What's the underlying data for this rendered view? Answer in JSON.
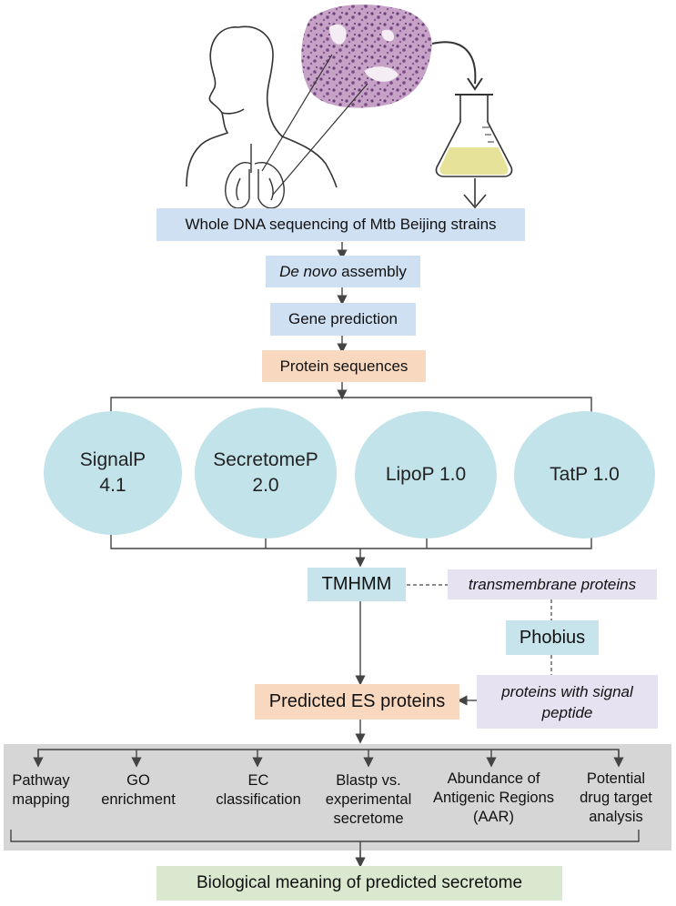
{
  "steps": {
    "wgs": "Whole DNA sequencing of Mtb Beijing strains",
    "denovo_italic": "De novo",
    "denovo_rest": " assembly",
    "gene": "Gene prediction",
    "protein": "Protein sequences",
    "tmhmm": "TMHMM",
    "transmembrane": "transmembrane proteins",
    "phobius": "Phobius",
    "signal_line1": "proteins with signal",
    "signal_line2": "peptide",
    "predicted": "Predicted ES proteins",
    "biological": "Biological meaning of predicted secretome"
  },
  "tools": [
    {
      "line1": "SignalP",
      "line2": "4.1"
    },
    {
      "line1": "SecretomeP",
      "line2": "2.0"
    },
    {
      "line1": "LipoP 1.0",
      "line2": ""
    },
    {
      "line1": "TatP 1.0",
      "line2": ""
    }
  ],
  "analyses": [
    {
      "line1": "Pathway",
      "line2": "mapping",
      "line3": "",
      "line4": ""
    },
    {
      "line1": "GO",
      "line2": "enrichment",
      "line3": "",
      "line4": ""
    },
    {
      "line1": "EC",
      "line2": "classification",
      "line3": "",
      "line4": ""
    },
    {
      "line1": "Blastp vs.",
      "line2": "experimental",
      "line3": "secretome",
      "line4": ""
    },
    {
      "line1": "Abundance of",
      "line2": "Antigenic Regions",
      "line3": "(AAR)",
      "line4": ""
    },
    {
      "line1": "Potential",
      "line2": "drug target",
      "line3": "analysis",
      "line4": ""
    }
  ]
}
